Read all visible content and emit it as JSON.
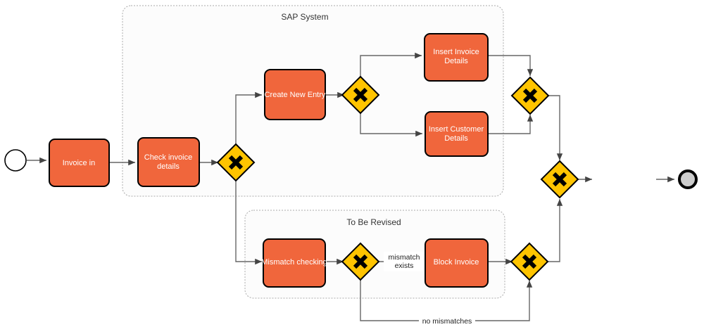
{
  "diagram": {
    "type": "bpmn-process-flow",
    "colors": {
      "task_fill": "#F0663C",
      "task_stroke": "#000000",
      "gateway_fill": "#FFC400",
      "gateway_stroke": "#000000",
      "pool_stroke": "#999999",
      "pool_fill": "#FCFCFC",
      "edge_stroke": "#666666",
      "start_fill": "#FFFFFF",
      "end_fill": "#CCCCCC"
    },
    "pools": [
      {
        "id": "sap",
        "label": "SAP System"
      },
      {
        "id": "revised",
        "label": "To Be Revised"
      }
    ],
    "events": [
      {
        "id": "start",
        "label": "",
        "kind": "start-event"
      },
      {
        "id": "end",
        "label": "",
        "kind": "end-event"
      }
    ],
    "tasks": [
      {
        "id": "invoice-in",
        "label": "Invoice in"
      },
      {
        "id": "check-invoice-details",
        "label": "Check invoice\ndetails",
        "line1": "Check invoice",
        "line2": "details"
      },
      {
        "id": "create-new-entry",
        "label": "Create New Entry"
      },
      {
        "id": "insert-invoice-details",
        "line1": "Insert Invoice",
        "line2": "Details"
      },
      {
        "id": "insert-customer-details",
        "line1": "Insert Customer",
        "line2": "Details"
      },
      {
        "id": "mismatch-checking",
        "label": "Mismatch checking"
      },
      {
        "id": "block-invoice",
        "label": "Block Invoice"
      }
    ],
    "gateways": [
      {
        "id": "gw-split-main",
        "symbol": "X",
        "kind": "exclusive"
      },
      {
        "id": "gw-split-insert",
        "symbol": "X",
        "kind": "exclusive"
      },
      {
        "id": "gw-join-insert",
        "symbol": "X",
        "kind": "exclusive"
      },
      {
        "id": "gw-join-final",
        "symbol": "X",
        "kind": "exclusive"
      },
      {
        "id": "gw-split-mismatch",
        "symbol": "X",
        "kind": "exclusive"
      },
      {
        "id": "gw-join-revised",
        "symbol": "X",
        "kind": "exclusive"
      }
    ],
    "edge_labels": [
      {
        "id": "mismatch-exists",
        "line1": "mismatch",
        "line2": "exists"
      },
      {
        "id": "no-mismatches",
        "line1": "no mismatches"
      }
    ]
  }
}
